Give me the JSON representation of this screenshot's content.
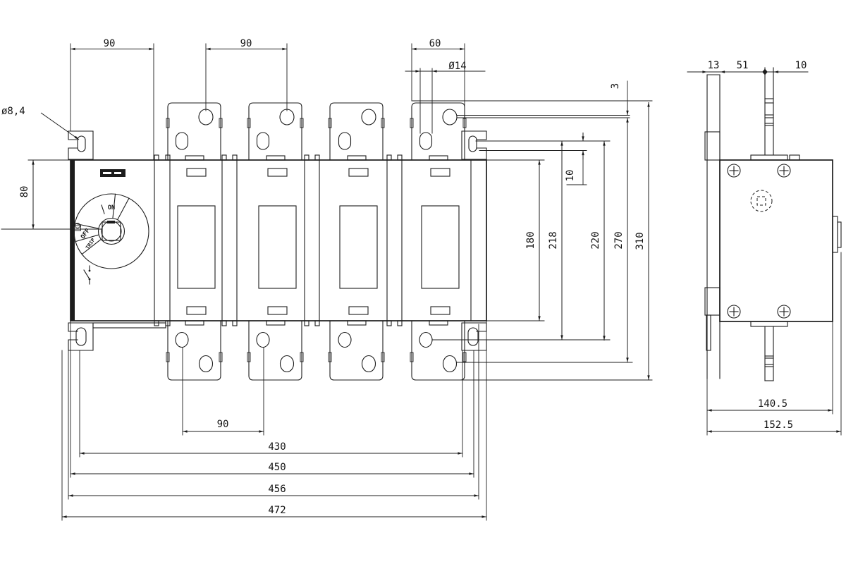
{
  "front_view": {
    "dim_90_top_left": "90",
    "dim_90_top_mid": "90",
    "dim_60_top": "60",
    "dim_dia14": "Ø14",
    "dim_dia8_4": "ø8,4",
    "dim_80_left": "80",
    "dim_3_right": "3",
    "dim_10_right": "10",
    "dim_180": "180",
    "dim_218": "218",
    "dim_220": "220",
    "dim_270": "270",
    "dim_310": "310",
    "dim_90_bottom": "90",
    "dim_430": "430",
    "dim_450": "450",
    "dim_456": "456",
    "dim_472": "472",
    "handle": {
      "on_label": "ON",
      "off_label": "OFF",
      "trip_label": "TRIP"
    }
  },
  "side_view": {
    "dim_13": "13",
    "dim_51": "51",
    "dim_10": "10",
    "dim_140_5": "140.5",
    "dim_152_5": "152.5"
  },
  "colors": {
    "line": "#1c1c1c",
    "background": "#ffffff"
  }
}
